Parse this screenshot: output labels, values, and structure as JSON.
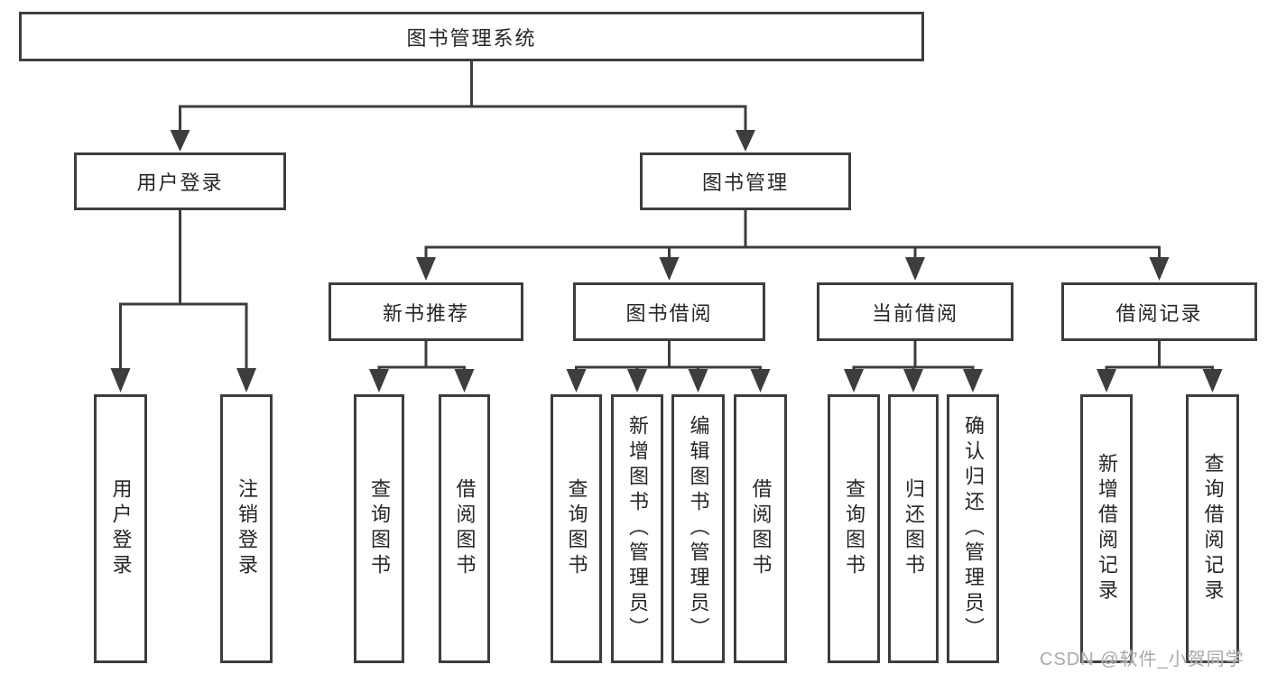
{
  "nodes": {
    "root": {
      "label": "图书管理系统"
    },
    "user_login": {
      "label": "用户登录"
    },
    "book_mgmt": {
      "label": "图书管理"
    },
    "new_book_rec": {
      "label": "新书推荐"
    },
    "book_borrow": {
      "label": "图书借阅"
    },
    "current_borrow": {
      "label": "当前借阅"
    },
    "borrow_records": {
      "label": "借阅记录"
    },
    "user_login_leaf": {
      "label": "用户登录"
    },
    "logout_leaf": {
      "label": "注销登录"
    },
    "query_book_1": {
      "label": "查询图书"
    },
    "borrow_book_1": {
      "label": "借阅图书"
    },
    "query_book_2": {
      "label": "查询图书"
    },
    "add_book": {
      "label": "新增图书（管理员）"
    },
    "edit_book": {
      "label": "编辑图书（管理员）"
    },
    "borrow_book_2": {
      "label": "借阅图书"
    },
    "query_book_3": {
      "label": "查询图书"
    },
    "return_book": {
      "label": "归还图书"
    },
    "confirm_return": {
      "label": "确认归还（管理员）"
    },
    "add_borrow_record": {
      "label": "新增借阅记录"
    },
    "query_borrow_record": {
      "label": "查询借阅记录"
    }
  },
  "watermark": {
    "text": "CSDN @软件_小贺同学"
  },
  "colors": {
    "line": "#3d3d3d",
    "text": "#262626",
    "background": "#ffffff",
    "watermark": "#a9a9a9"
  }
}
